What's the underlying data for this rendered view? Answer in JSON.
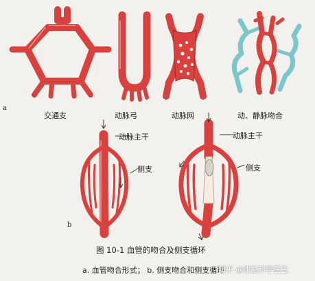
{
  "panel_a": {
    "letter": "a",
    "labels": [
      "交通支",
      "动脉弓",
      "动脉网",
      "动、静脉吻合"
    ]
  },
  "panel_b": {
    "letter": "b",
    "left_trunk": "动脉主干",
    "left_branch": "侧支",
    "right_trunk": "动脉主干",
    "right_branch": "侧支"
  },
  "caption": {
    "title": "图 10-1    血管的吻合及侧支循环",
    "subtitle": "a. 血管吻合形式；  b. 侧支吻合和侧支循环"
  },
  "watermark": "知乎 @康复科学医生",
  "colors": {
    "artery": "#d9413e",
    "vein": "#7cc6cc",
    "background": "#f3f1ee"
  }
}
